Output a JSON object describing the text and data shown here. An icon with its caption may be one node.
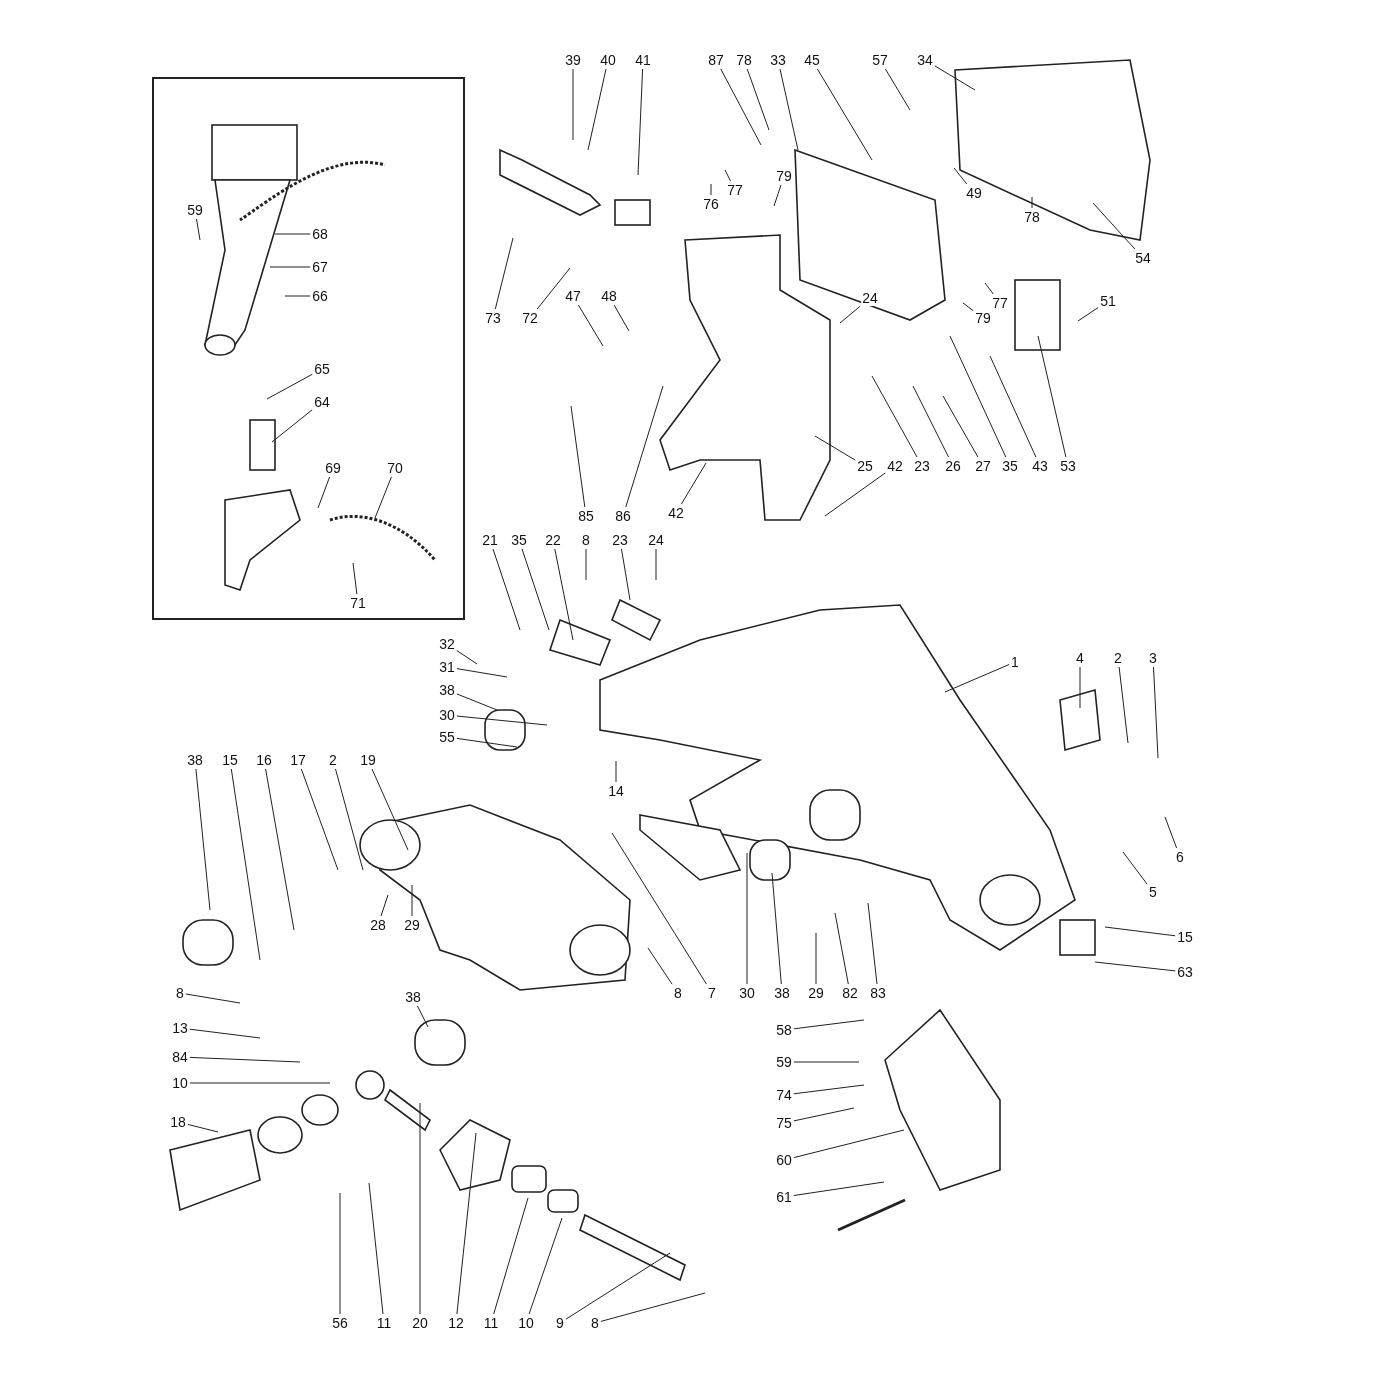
{
  "diagram": {
    "nodes": [
      {
        "text": [
          "39"
        ]
      },
      {
        "text": [
          "40"
        ]
      },
      {
        "text": [
          "41"
        ]
      },
      {
        "text": [
          "87"
        ]
      },
      {
        "text": [
          "78"
        ]
      },
      {
        "text": [
          "33"
        ]
      },
      {
        "text": [
          "45"
        ]
      },
      {
        "text": [
          "57"
        ]
      },
      {
        "text": [
          "34"
        ]
      },
      {
        "text": [
          "59"
        ]
      },
      {
        "text": [
          "68"
        ]
      },
      {
        "text": [
          "67"
        ]
      },
      {
        "text": [
          "66"
        ]
      },
      {
        "text": [
          "65"
        ]
      },
      {
        "text": [
          "64"
        ]
      },
      {
        "text": [
          "69"
        ]
      },
      {
        "text": [
          "70"
        ]
      },
      {
        "text": [
          "71"
        ]
      },
      {
        "text": [
          "73"
        ]
      },
      {
        "text": [
          "72"
        ]
      },
      {
        "text": [
          "47"
        ]
      },
      {
        "text": [
          "48"
        ]
      },
      {
        "text": [
          "76"
        ]
      },
      {
        "text": [
          "77"
        ]
      },
      {
        "text": [
          "79"
        ]
      },
      {
        "text": [
          "49"
        ]
      },
      {
        "text": [
          "78"
        ]
      },
      {
        "text": [
          "54"
        ]
      },
      {
        "text": [
          "24"
        ]
      },
      {
        "text": [
          "77"
        ]
      },
      {
        "text": [
          "79"
        ]
      },
      {
        "text": [
          "51"
        ]
      },
      {
        "text": [
          "85"
        ]
      },
      {
        "text": [
          "86"
        ]
      },
      {
        "text": [
          "42"
        ]
      },
      {
        "text": [
          "25"
        ]
      },
      {
        "text": [
          "42"
        ]
      },
      {
        "text": [
          "23"
        ]
      },
      {
        "text": [
          "26"
        ]
      },
      {
        "text": [
          "27"
        ]
      },
      {
        "text": [
          "35"
        ]
      },
      {
        "text": [
          "43"
        ]
      },
      {
        "text": [
          "53"
        ]
      },
      {
        "text": [
          "21"
        ]
      },
      {
        "text": [
          "35"
        ]
      },
      {
        "text": [
          "22"
        ]
      },
      {
        "text": [
          "8"
        ]
      },
      {
        "text": [
          "23"
        ]
      },
      {
        "text": [
          "24"
        ]
      },
      {
        "text": [
          "32"
        ]
      },
      {
        "text": [
          "31"
        ]
      },
      {
        "text": [
          "38"
        ]
      },
      {
        "text": [
          "30"
        ]
      },
      {
        "text": [
          "55"
        ]
      },
      {
        "text": [
          "14"
        ]
      },
      {
        "text": [
          "1"
        ]
      },
      {
        "text": [
          "4"
        ]
      },
      {
        "text": [
          "2"
        ]
      },
      {
        "text": [
          "3"
        ]
      },
      {
        "text": [
          "6"
        ]
      },
      {
        "text": [
          "5"
        ]
      },
      {
        "text": [
          "38"
        ]
      },
      {
        "text": [
          "15"
        ]
      },
      {
        "text": [
          "16"
        ]
      },
      {
        "text": [
          "17"
        ]
      },
      {
        "text": [
          "2"
        ]
      },
      {
        "text": [
          "19"
        ]
      },
      {
        "text": [
          "8"
        ]
      },
      {
        "text": [
          "7"
        ]
      },
      {
        "text": [
          "30"
        ]
      },
      {
        "text": [
          "38"
        ]
      },
      {
        "text": [
          "29"
        ]
      },
      {
        "text": [
          "82"
        ]
      },
      {
        "text": [
          "83"
        ]
      },
      {
        "text": [
          "15"
        ]
      },
      {
        "text": [
          "63"
        ]
      },
      {
        "text": [
          "28"
        ]
      },
      {
        "text": [
          "29"
        ]
      },
      {
        "text": [
          "38"
        ]
      },
      {
        "text": [
          "8"
        ]
      },
      {
        "text": [
          "13"
        ]
      },
      {
        "text": [
          "84"
        ]
      },
      {
        "text": [
          "10"
        ]
      },
      {
        "text": [
          "18"
        ]
      },
      {
        "text": [
          "58"
        ]
      },
      {
        "text": [
          "59"
        ]
      },
      {
        "text": [
          "74"
        ]
      },
      {
        "text": [
          "75"
        ]
      },
      {
        "text": [
          "60"
        ]
      },
      {
        "text": [
          "61"
        ]
      },
      {
        "text": [
          "56"
        ]
      },
      {
        "text": [
          "11"
        ]
      },
      {
        "text": [
          "20"
        ]
      },
      {
        "text": [
          "12"
        ]
      },
      {
        "text": [
          "11"
        ]
      },
      {
        "text": [
          "10"
        ]
      },
      {
        "text": [
          "9"
        ]
      },
      {
        "text": [
          "8"
        ]
      }
    ],
    "edges": [
      {
        "from": 0,
        "to": null,
        "arrow": "none"
      },
      {
        "from": 1,
        "to": null,
        "arrow": "none"
      },
      {
        "from": 2,
        "to": null,
        "arrow": "none"
      },
      {
        "from": 3,
        "to": null,
        "arrow": "none"
      },
      {
        "from": 4,
        "to": null,
        "arrow": "none"
      },
      {
        "from": 5,
        "to": null,
        "arrow": "none"
      },
      {
        "from": 6,
        "to": null,
        "arrow": "none"
      },
      {
        "from": 7,
        "to": null,
        "arrow": "none"
      },
      {
        "from": 8,
        "to": null,
        "arrow": "none"
      },
      {
        "from": 9,
        "to": null,
        "arrow": "none"
      },
      {
        "from": 10,
        "to": null,
        "arrow": "none"
      },
      {
        "from": 11,
        "to": null,
        "arrow": "none"
      },
      {
        "from": 12,
        "to": null,
        "arrow": "none"
      },
      {
        "from": 13,
        "to": null,
        "arrow": "none"
      },
      {
        "from": 14,
        "to": null,
        "arrow": "none"
      },
      {
        "from": 15,
        "to": null,
        "arrow": "none"
      },
      {
        "from": 16,
        "to": null,
        "arrow": "none"
      },
      {
        "from": 17,
        "to": null,
        "arrow": "none"
      },
      {
        "from": 18,
        "to": null,
        "arrow": "none"
      },
      {
        "from": 19,
        "to": null,
        "arrow": "none"
      },
      {
        "from": 20,
        "to": null,
        "arrow": "none"
      },
      {
        "from": 21,
        "to": null,
        "arrow": "none"
      },
      {
        "from": 22,
        "to": null,
        "arrow": "none"
      },
      {
        "from": 23,
        "to": null,
        "arrow": "none"
      },
      {
        "from": 24,
        "to": null,
        "arrow": "none"
      },
      {
        "from": 25,
        "to": null,
        "arrow": "none"
      },
      {
        "from": 26,
        "to": null,
        "arrow": "none"
      },
      {
        "from": 27,
        "to": null,
        "arrow": "none"
      },
      {
        "from": 28,
        "to": null,
        "arrow": "none"
      },
      {
        "from": 29,
        "to": null,
        "arrow": "none"
      },
      {
        "from": 30,
        "to": null,
        "arrow": "none"
      },
      {
        "from": 31,
        "to": null,
        "arrow": "none"
      },
      {
        "from": 32,
        "to": null,
        "arrow": "none"
      },
      {
        "from": 33,
        "to": null,
        "arrow": "none"
      },
      {
        "from": 34,
        "to": null,
        "arrow": "none"
      },
      {
        "from": 35,
        "to": null,
        "arrow": "none"
      },
      {
        "from": 36,
        "to": null,
        "arrow": "none"
      },
      {
        "from": 37,
        "to": null,
        "arrow": "none"
      },
      {
        "from": 38,
        "to": null,
        "arrow": "none"
      },
      {
        "from": 39,
        "to": null,
        "arrow": "none"
      },
      {
        "from": 40,
        "to": null,
        "arrow": "none"
      },
      {
        "from": 41,
        "to": null,
        "arrow": "none"
      },
      {
        "from": 42,
        "to": null,
        "arrow": "none"
      },
      {
        "from": 43,
        "to": null,
        "arrow": "none"
      },
      {
        "from": 44,
        "to": null,
        "arrow": "none"
      },
      {
        "from": 45,
        "to": null,
        "arrow": "none"
      },
      {
        "from": 46,
        "to": null,
        "arrow": "none"
      },
      {
        "from": 47,
        "to": null,
        "arrow": "none"
      },
      {
        "from": 48,
        "to": null,
        "arrow": "none"
      },
      {
        "from": 49,
        "to": null,
        "arrow": "none"
      },
      {
        "from": 50,
        "to": null,
        "arrow": "none"
      },
      {
        "from": 51,
        "to": null,
        "arrow": "none"
      },
      {
        "from": 52,
        "to": null,
        "arrow": "none"
      },
      {
        "from": 53,
        "to": null,
        "arrow": "none"
      },
      {
        "from": 54,
        "to": null,
        "arrow": "none"
      },
      {
        "from": 55,
        "to": null,
        "arrow": "none"
      },
      {
        "from": 56,
        "to": null,
        "arrow": "none"
      },
      {
        "from": 57,
        "to": null,
        "arrow": "none"
      },
      {
        "from": 58,
        "to": null,
        "arrow": "none"
      },
      {
        "from": 59,
        "to": null,
        "arrow": "none"
      },
      {
        "from": 60,
        "to": null,
        "arrow": "none"
      },
      {
        "from": 61,
        "to": null,
        "arrow": "none"
      },
      {
        "from": 62,
        "to": null,
        "arrow": "none"
      },
      {
        "from": 63,
        "to": null,
        "arrow": "none"
      },
      {
        "from": 64,
        "to": null,
        "arrow": "none"
      },
      {
        "from": 65,
        "to": null,
        "arrow": "none"
      },
      {
        "from": 66,
        "to": null,
        "arrow": "none"
      },
      {
        "from": 67,
        "to": null,
        "arrow": "none"
      },
      {
        "from": 68,
        "to": null,
        "arrow": "none"
      },
      {
        "from": 69,
        "to": null,
        "arrow": "none"
      },
      {
        "from": 70,
        "to": null,
        "arrow": "none"
      },
      {
        "from": 71,
        "to": null,
        "arrow": "none"
      },
      {
        "from": 72,
        "to": null,
        "arrow": "none"
      },
      {
        "from": 73,
        "to": null,
        "arrow": "none"
      },
      {
        "from": 74,
        "to": null,
        "arrow": "none"
      },
      {
        "from": 75,
        "to": null,
        "arrow": "none"
      },
      {
        "from": 76,
        "to": null,
        "arrow": "none"
      },
      {
        "from": 77,
        "to": null,
        "arrow": "none"
      },
      {
        "from": 78,
        "to": null,
        "arrow": "none"
      },
      {
        "from": 79,
        "to": null,
        "arrow": "none"
      },
      {
        "from": 80,
        "to": null,
        "arrow": "none"
      },
      {
        "from": 81,
        "to": null,
        "arrow": "none"
      },
      {
        "from": 82,
        "to": null,
        "arrow": "none"
      },
      {
        "from": 83,
        "to": null,
        "arrow": "none"
      },
      {
        "from": 84,
        "to": null,
        "arrow": "none"
      },
      {
        "from": 85,
        "to": null,
        "arrow": "none"
      },
      {
        "from": 86,
        "to": null,
        "arrow": "none"
      },
      {
        "from": 87,
        "to": null,
        "arrow": "none"
      },
      {
        "from": 88,
        "to": null,
        "arrow": "none"
      },
      {
        "from": 89,
        "to": null,
        "arrow": "none"
      },
      {
        "from": 90,
        "to": null,
        "arrow": "none"
      },
      {
        "from": 91,
        "to": null,
        "arrow": "none"
      },
      {
        "from": 92,
        "to": null,
        "arrow": "none"
      },
      {
        "from": 93,
        "to": null,
        "arrow": "none"
      },
      {
        "from": 94,
        "to": null,
        "arrow": "none"
      },
      {
        "from": 95,
        "to": null,
        "arrow": "none"
      },
      {
        "from": 96,
        "to": null,
        "arrow": "none"
      },
      {
        "from": 97,
        "to": null,
        "arrow": "none"
      }
    ]
  }
}
